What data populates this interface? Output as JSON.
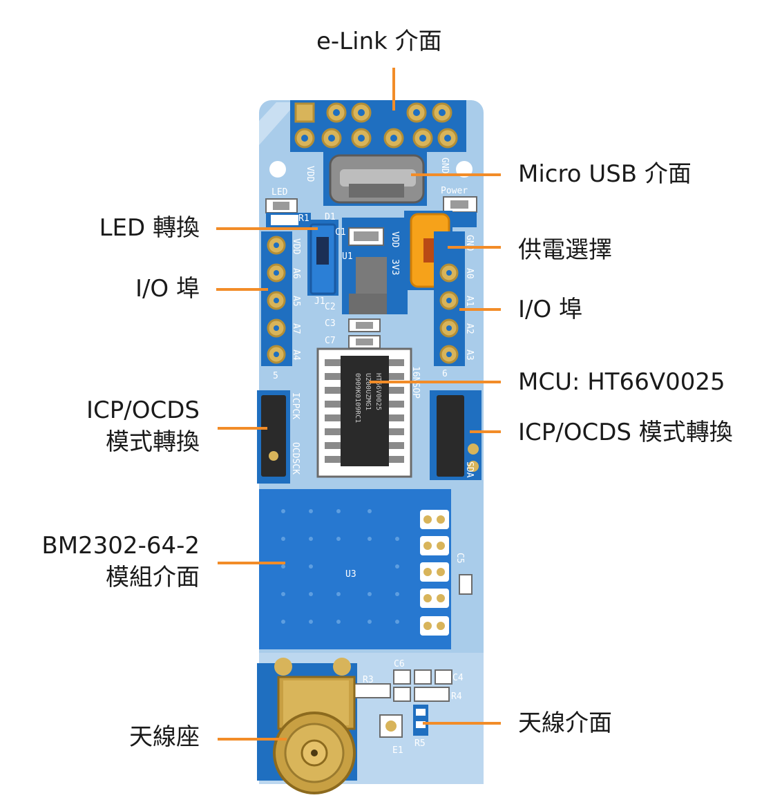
{
  "labels": {
    "elink": "e-Link 介面",
    "micro_usb": "Micro USB 介面",
    "led_switch": "LED 轉換",
    "power_select": "供電選擇",
    "io_left": "I/O 埠",
    "io_right": "I/O 埠",
    "mcu": "MCU: HT66V0025",
    "icp_left_line1": "ICP/OCDS",
    "icp_left_line2": "模式轉換",
    "icp_right": "ICP/OCDS 模式轉換",
    "module_line1": "BM2302-64-2",
    "module_line2": "模組介面",
    "antenna_socket": "天線座",
    "antenna_interface": "天線介面"
  },
  "silkscreen": {
    "vdd": "VDD",
    "gnd": "GND",
    "led": "LED",
    "power": "Power",
    "d1": "D1",
    "r1": "R1",
    "c1": "C1",
    "u1": "U1",
    "j1": "J1",
    "c2": "C2",
    "c3": "C3",
    "c7": "C7",
    "vdd_left": "VDD",
    "a6": "A6",
    "a5": "A5",
    "a7": "A7",
    "a4": "A4",
    "five": "5",
    "vdd_pwr": "VDD",
    "v3": "3V3",
    "gnd_r": "GND",
    "a0": "A0",
    "a1": "A1",
    "a2": "A2",
    "a3": "A3",
    "six": "6",
    "icpck": "ICPCK",
    "ocdsck": "OCDSCK",
    "sda": "SDA",
    "nsop": "16NSOP",
    "chip_l1": "HT66V0025",
    "chip_l2": "U200UZMG1",
    "chip_l3": "0909K0109RC1",
    "u3": "U3",
    "c5": "C5",
    "c6": "C6",
    "c4": "C4",
    "r3": "R3",
    "r4": "R4",
    "r5": "R5",
    "e1": "E1"
  },
  "colors": {
    "leader": "#f28c28",
    "board_blue": "#a9ccea",
    "pcb_dark": "#1f6fc0",
    "pad_gold": "#d8b45a",
    "module_blue": "#2778d0",
    "jumper_orange": "#f6a21a",
    "jumper_blue": "#2b7fd6",
    "jumper_black": "#2a2a2a"
  }
}
